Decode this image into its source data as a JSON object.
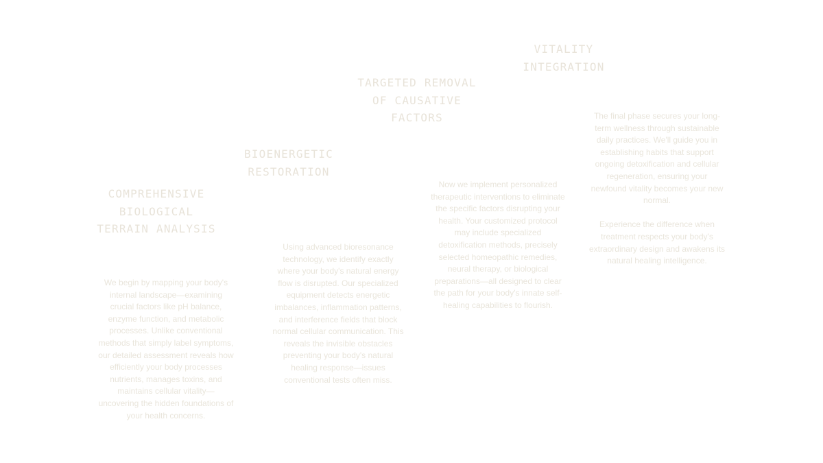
{
  "steps": [
    {
      "title_lines": [
        "COMPREHENSIVE",
        "BIOLOGICAL",
        "TERRAIN ANALYSIS"
      ],
      "paragraphs": [
        "We begin by mapping your body's internal landscape—examining crucial factors like pH balance, enzyme function, and metabolic processes. Unlike conventional methods that simply label symptoms, our detailed assessment reveals how efficiently your body processes nutrients, manages toxins, and maintains cellular vitality—uncovering the hidden foundations of your health concerns."
      ]
    },
    {
      "title_lines": [
        "BIOENERGETIC",
        "RESTORATION"
      ],
      "paragraphs": [
        "Using advanced bioresonance technology, we identify exactly where your body's natural energy flow is disrupted. Our specialized equipment detects energetic imbalances, inflammation patterns, and interference fields that block normal cellular communication. This reveals the invisible obstacles preventing your body's natural healing response—issues conventional tests often miss."
      ]
    },
    {
      "title_lines": [
        "TARGETED REMOVAL",
        "OF CAUSATIVE",
        "FACTORS"
      ],
      "paragraphs": [
        "Now we implement personalized therapeutic interventions to eliminate the specific factors disrupting your health. Your customized protocol may include specialized detoxification methods, precisely selected homeopathic remedies, neural therapy, or biological preparations—all designed to clear the path for your body's innate self-healing capabilities to flourish."
      ]
    },
    {
      "title_lines": [
        "VITALITY",
        "INTEGRATION"
      ],
      "paragraphs": [
        "The final phase secures your long-term wellness through sustainable daily practices. We'll guide you in establishing habits that support ongoing detoxification and cellular regeneration, ensuring your newfound vitality becomes your new normal.",
        "Experience the difference when treatment respects your body's extraordinary design and awakens its natural healing intelligence."
      ]
    }
  ],
  "colors": {
    "background": "#ffffff",
    "title": "#e8e3d9",
    "body_text": "#e9e5db"
  }
}
